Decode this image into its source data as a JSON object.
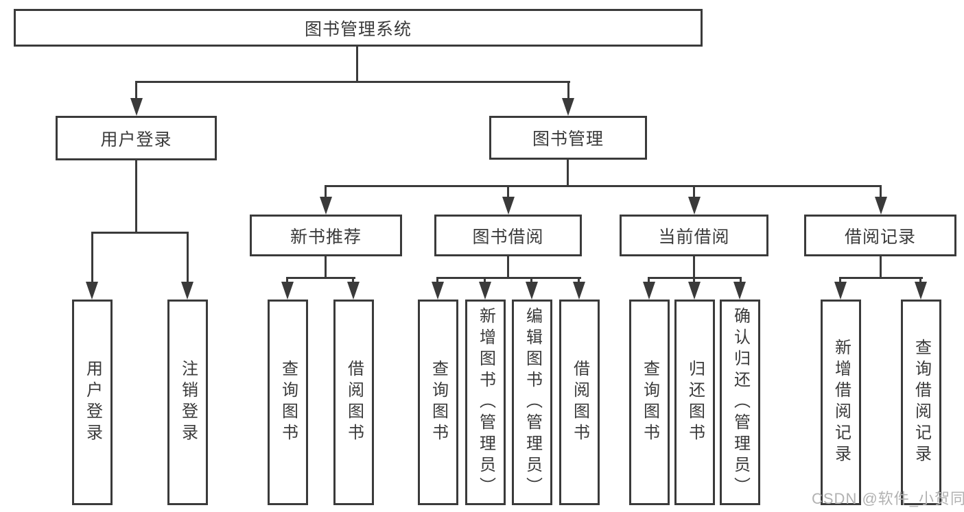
{
  "diagram": {
    "root": {
      "label": "图书管理系统"
    },
    "level2": [
      {
        "id": "user-login",
        "label": "用户登录"
      },
      {
        "id": "book-management",
        "label": "图书管理"
      }
    ],
    "level3": [
      {
        "id": "new-book-recommend",
        "label": "新书推荐",
        "parent": "图书管理"
      },
      {
        "id": "book-borrow",
        "label": "图书借阅",
        "parent": "图书管理"
      },
      {
        "id": "current-borrow",
        "label": "当前借阅",
        "parent": "图书管理"
      },
      {
        "id": "borrow-record",
        "label": "借阅记录",
        "parent": "图书管理"
      }
    ],
    "leaves": [
      {
        "id": "user-login-leaf",
        "label": "用户登录",
        "parent": "用户登录"
      },
      {
        "id": "logout",
        "label": "注销登录",
        "parent": "用户登录"
      },
      {
        "id": "query-books-recommend",
        "label": "查询图书",
        "parent": "新书推荐"
      },
      {
        "id": "borrow-books-recommend",
        "label": "借阅图书",
        "parent": "新书推荐"
      },
      {
        "id": "query-books-borrow",
        "label": "查询图书",
        "parent": "图书借阅"
      },
      {
        "id": "add-book-admin",
        "label": "新增图书（管理员）",
        "parent": "图书借阅"
      },
      {
        "id": "edit-book-admin",
        "label": "编辑图书（管理员）",
        "parent": "图书借阅"
      },
      {
        "id": "borrow-books-borrow",
        "label": "借阅图书",
        "parent": "图书借阅"
      },
      {
        "id": "query-books-current",
        "label": "查询图书",
        "parent": "当前借阅"
      },
      {
        "id": "return-book",
        "label": "归还图书",
        "parent": "当前借阅"
      },
      {
        "id": "confirm-return-admin",
        "label": "确认归还（管理员）",
        "parent": "当前借阅"
      },
      {
        "id": "add-borrow-record",
        "label": "新增借阅记录",
        "parent": "借阅记录"
      },
      {
        "id": "query-borrow-record",
        "label": "查询借阅记录",
        "parent": "借阅记录"
      }
    ]
  },
  "watermark": {
    "text": "CSDN @软件_小贺同学"
  },
  "colors": {
    "line": "#3a3a3a",
    "box_border": "#3a3a3a",
    "text": "#3a3a3a",
    "watermark_text": "#b2b2b2",
    "background": "#ffffff"
  }
}
